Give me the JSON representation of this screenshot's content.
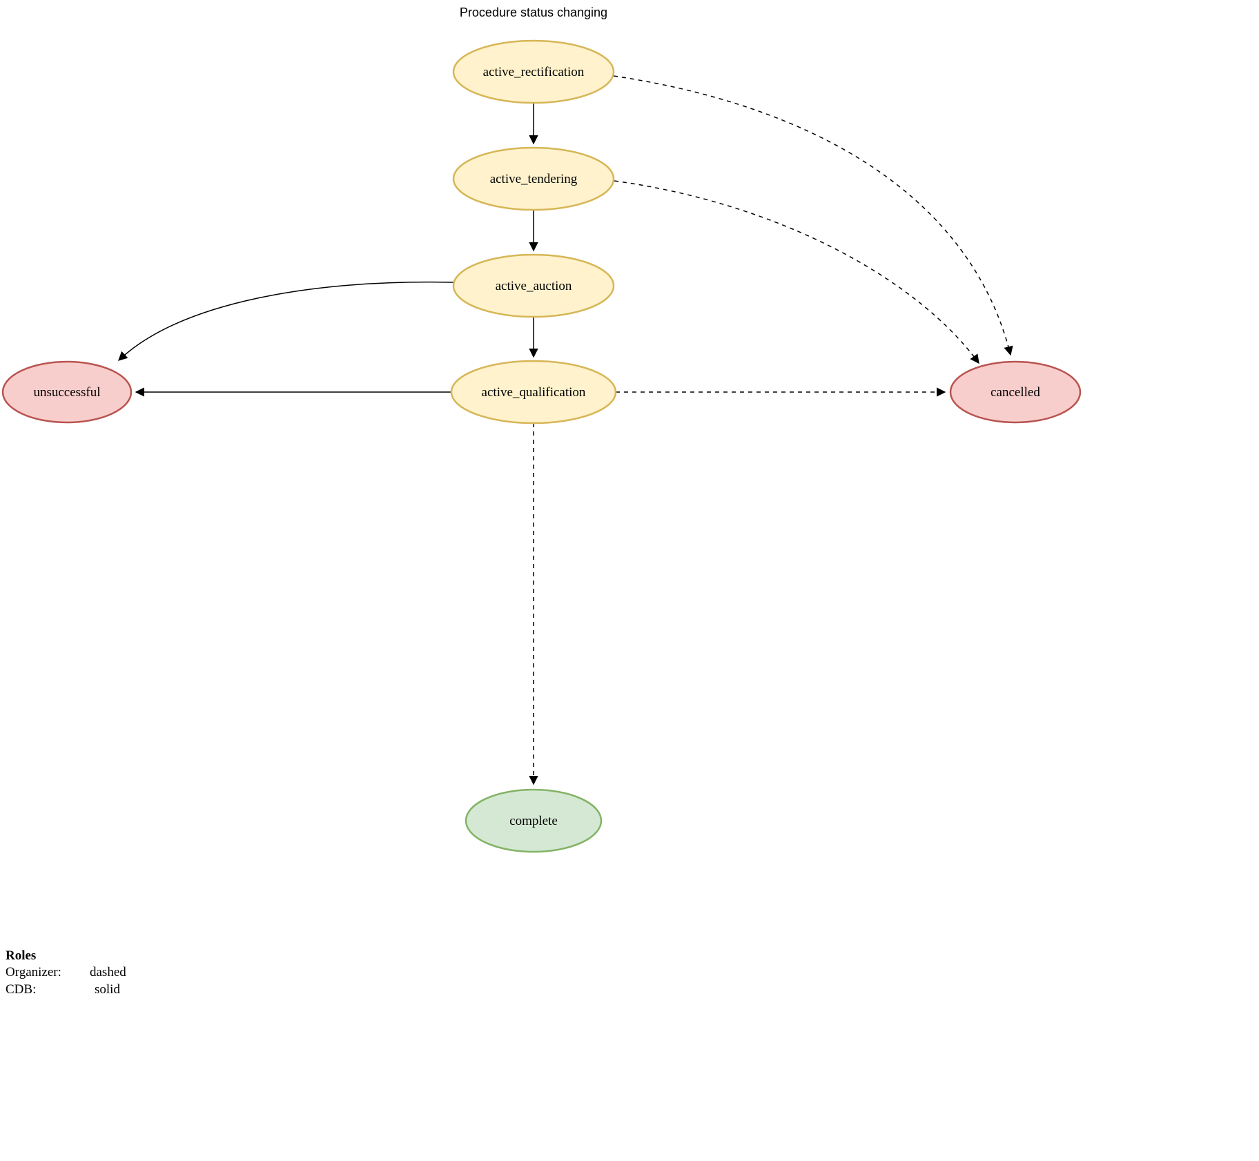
{
  "diagram": {
    "title": "Procedure status changing",
    "nodes": [
      {
        "id": "active_rectification",
        "label": "active_rectification",
        "status": "active"
      },
      {
        "id": "active_tendering",
        "label": "active_tendering",
        "status": "active"
      },
      {
        "id": "active_auction",
        "label": "active_auction",
        "status": "active"
      },
      {
        "id": "active_qualification",
        "label": "active_qualification",
        "status": "active"
      },
      {
        "id": "unsuccessful",
        "label": "unsuccessful",
        "status": "terminal-negative"
      },
      {
        "id": "cancelled",
        "label": "cancelled",
        "status": "terminal-negative"
      },
      {
        "id": "complete",
        "label": "complete",
        "status": "terminal-positive"
      }
    ],
    "edges": [
      {
        "from": "active_rectification",
        "to": "active_tendering",
        "style": "solid",
        "role": "CDB"
      },
      {
        "from": "active_tendering",
        "to": "active_auction",
        "style": "solid",
        "role": "CDB"
      },
      {
        "from": "active_auction",
        "to": "active_qualification",
        "style": "solid",
        "role": "CDB"
      },
      {
        "from": "active_auction",
        "to": "unsuccessful",
        "style": "solid",
        "role": "CDB"
      },
      {
        "from": "active_qualification",
        "to": "unsuccessful",
        "style": "solid",
        "role": "CDB"
      },
      {
        "from": "active_qualification",
        "to": "cancelled",
        "style": "dashed",
        "role": "Organizer"
      },
      {
        "from": "active_rectification",
        "to": "cancelled",
        "style": "dashed",
        "role": "Organizer"
      },
      {
        "from": "active_tendering",
        "to": "cancelled",
        "style": "dashed",
        "role": "Organizer"
      },
      {
        "from": "active_qualification",
        "to": "complete",
        "style": "dashed",
        "role": "Organizer"
      }
    ],
    "colors": {
      "active_fill": "#fff2cc",
      "active_stroke": "#d6b656",
      "negative_fill": "#f8cecc",
      "negative_stroke": "#b85450",
      "positive_fill": "#d5e8d4",
      "positive_stroke": "#82b366",
      "edge": "#000000"
    },
    "legend": {
      "heading": "Roles",
      "rows": [
        {
          "role": "Organizer:",
          "line_style": "dashed"
        },
        {
          "role": "CDB:",
          "line_style": "solid"
        }
      ]
    }
  }
}
